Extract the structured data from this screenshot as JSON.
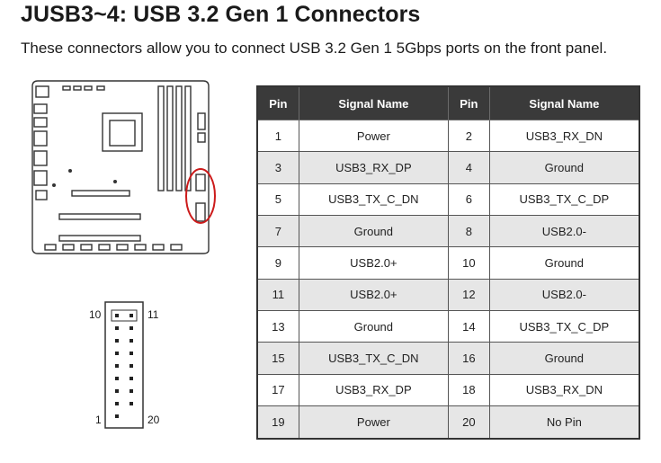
{
  "header": {
    "title": "JUSB3~4: USB 3.2 Gen 1 Connectors",
    "subtitle": "These connectors allow you to connect USB 3.2 Gen 1 5Gbps ports on the front panel."
  },
  "pinout": {
    "top_left": "10",
    "top_right": "11",
    "bottom_left": "1",
    "bottom_right": "20"
  },
  "table": {
    "headers": [
      "Pin",
      "Signal Name",
      "Pin",
      "Signal Name"
    ],
    "rows": [
      [
        "1",
        "Power",
        "2",
        "USB3_RX_DN"
      ],
      [
        "3",
        "USB3_RX_DP",
        "4",
        "Ground"
      ],
      [
        "5",
        "USB3_TX_C_DN",
        "6",
        "USB3_TX_C_DP"
      ],
      [
        "7",
        "Ground",
        "8",
        "USB2.0-"
      ],
      [
        "9",
        "USB2.0+",
        "10",
        "Ground"
      ],
      [
        "11",
        "USB2.0+",
        "12",
        "USB2.0-"
      ],
      [
        "13",
        "Ground",
        "14",
        "USB3_TX_C_DP"
      ],
      [
        "15",
        "USB3_TX_C_DN",
        "16",
        "Ground"
      ],
      [
        "17",
        "USB3_RX_DP",
        "18",
        "USB3_RX_DN"
      ],
      [
        "19",
        "Power",
        "20",
        "No Pin"
      ]
    ]
  }
}
